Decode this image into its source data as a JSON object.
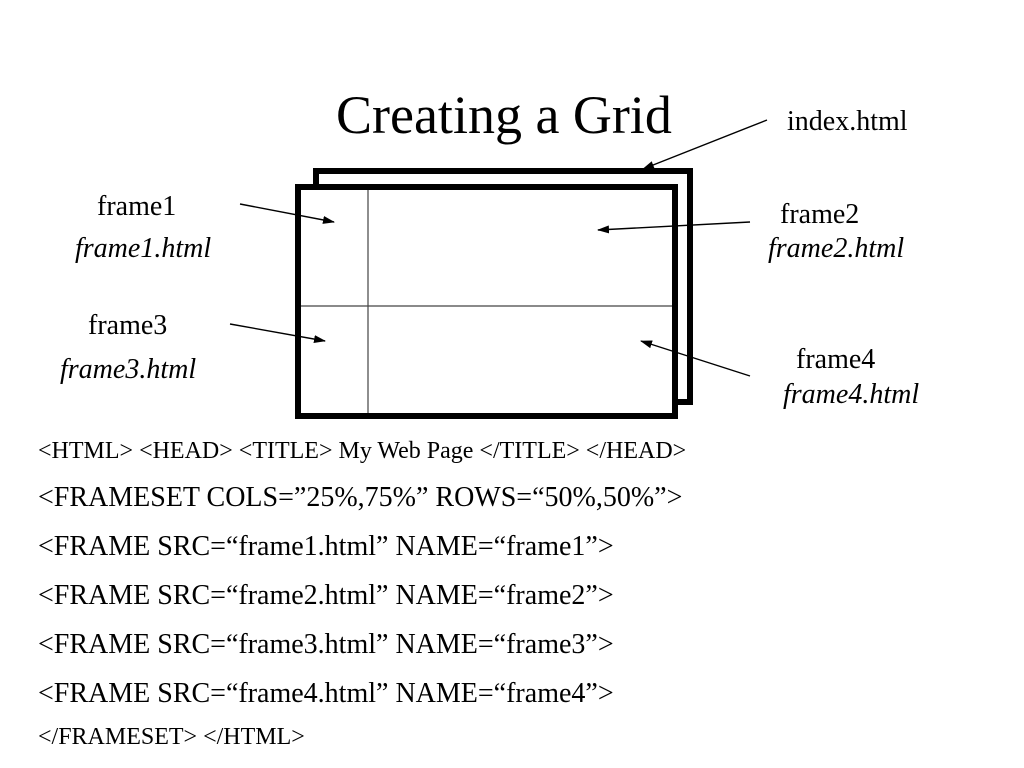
{
  "slide": {
    "title": "Creating a Grid"
  },
  "diagram": {
    "outer_window_label": "index.html",
    "frames": [
      {
        "name": "frame1",
        "file": "frame1.html"
      },
      {
        "name": "frame2",
        "file": "frame2.html"
      },
      {
        "name": "frame3",
        "file": "frame3.html"
      },
      {
        "name": "frame4",
        "file": "frame4.html"
      }
    ]
  },
  "code": {
    "line1": "<HTML> <HEAD> <TITLE> My Web Page </TITLE> </HEAD>",
    "line2": "<FRAMESET COLS=”25%,75%”  ROWS=“50%,50%”>",
    "line3": "<FRAME SRC=“frame1.html”  NAME=“frame1”>",
    "line4": "<FRAME SRC=“frame2.html”  NAME=“frame2”>",
    "line5": "<FRAME SRC=“frame3.html”  NAME=“frame3”>",
    "line6": "<FRAME SRC=“frame4.html”  NAME=“frame4”>",
    "line7": "</FRAMESET> </HTML>"
  }
}
